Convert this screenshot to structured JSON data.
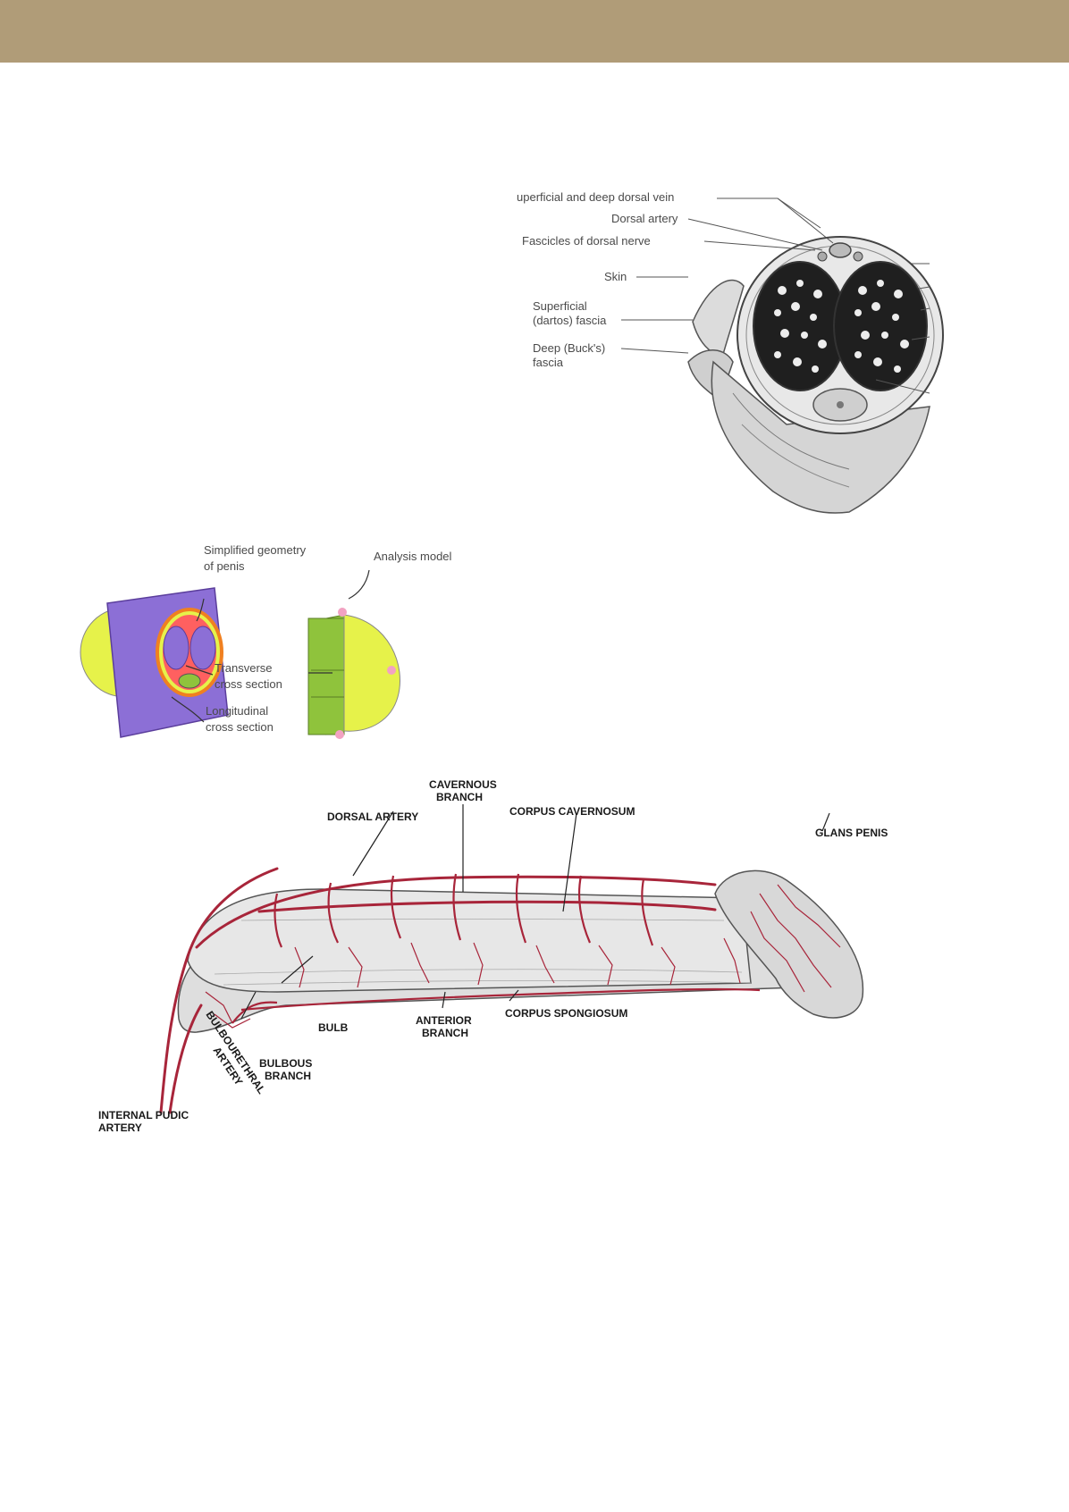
{
  "colors": {
    "header_band": "#b09c78",
    "artery": "#a8253a",
    "tissue_gray": "#c9c9c9",
    "model_yellow": "#e6f24a",
    "model_purple": "#8c6fd6",
    "model_green": "#8fc33c"
  },
  "cross_section_figure": {
    "labels": {
      "dorsal_vein": "uperficial and deep dorsal vein",
      "dorsal_artery": "Dorsal artery",
      "dorsal_nerve": "Fascicles of dorsal nerve",
      "skin": "Skin",
      "superficial_fascia_1": "Superficial",
      "superficial_fascia_2": "(dartos) fascia",
      "deep_fascia_1": "Deep (Buck's)",
      "deep_fascia_2": "fascia"
    }
  },
  "model_figure": {
    "labels": {
      "simplified_1": "Simplified geometry",
      "simplified_2": "of penis",
      "analysis": "Analysis model",
      "transverse_1": "Transverse",
      "transverse_2": "cross section",
      "longitudinal_1": "Longitudinal",
      "longitudinal_2": "cross section"
    }
  },
  "vascular_figure": {
    "labels": {
      "cavernous_1": "CAVERNOUS",
      "cavernous_2": "BRANCH",
      "dorsal_artery": "DORSAL ARTERY",
      "corpus_cavernosum": "CORPUS CAVERNOSUM",
      "glans_penis": "GLANS PENIS",
      "anterior_1": "ANTERIOR",
      "anterior_2": "BRANCH",
      "corpus_spongiosum": "CORPUS SPONGIOSUM",
      "bulb": "BULB",
      "bulbous_1": "BULBOUS",
      "bulbous_2": "BRANCH",
      "bulbourethral_1": "BULBOURETHRAL",
      "bulbourethral_2": "ARTERY",
      "internal_pudic_1": "INTERNAL PUDIC",
      "internal_pudic_2": "ARTERY"
    }
  }
}
